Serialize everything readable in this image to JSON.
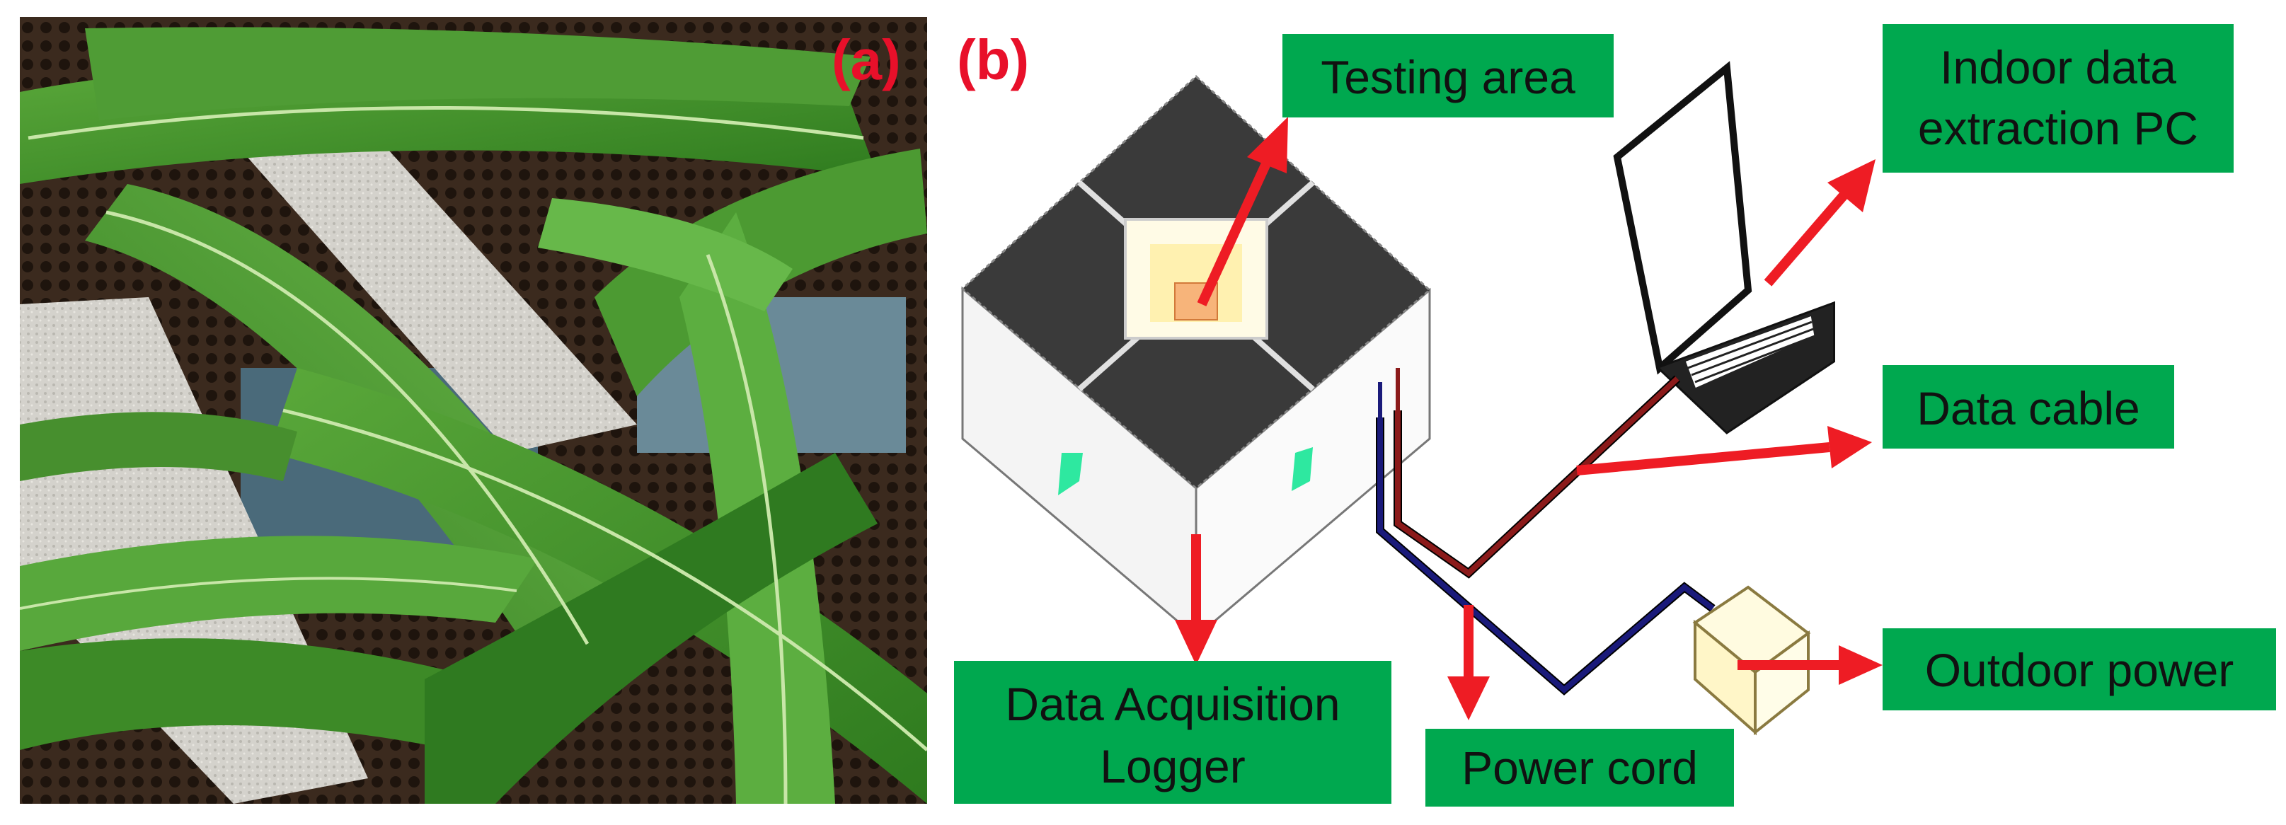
{
  "panels": {
    "a": "(a)",
    "b": "(b)"
  },
  "labels": {
    "testing_area": "Testing area",
    "indoor_pc_line1": "Indoor data",
    "indoor_pc_line2": "extraction PC",
    "data_cable": "Data cable",
    "outdoor_power": "Outdoor power",
    "data_logger_line1": "Data Acquisition",
    "data_logger_line2": "Logger",
    "power_cord": "Power cord"
  },
  "colors": {
    "label_box": "#00a84f",
    "panel_label": "#e8102a",
    "arrow": "#ee1c24",
    "data_cable": "#8b1a1a",
    "power_cord": "#1a1a7a",
    "enclosure_top": "#3a3a3a",
    "leaf_green": "#3f8f2a"
  },
  "icons": {
    "photo": "maize-leaves-photo",
    "enclosure": "sensor-enclosure-icon",
    "laptop": "laptop-icon",
    "adapter": "power-adapter-icon"
  }
}
